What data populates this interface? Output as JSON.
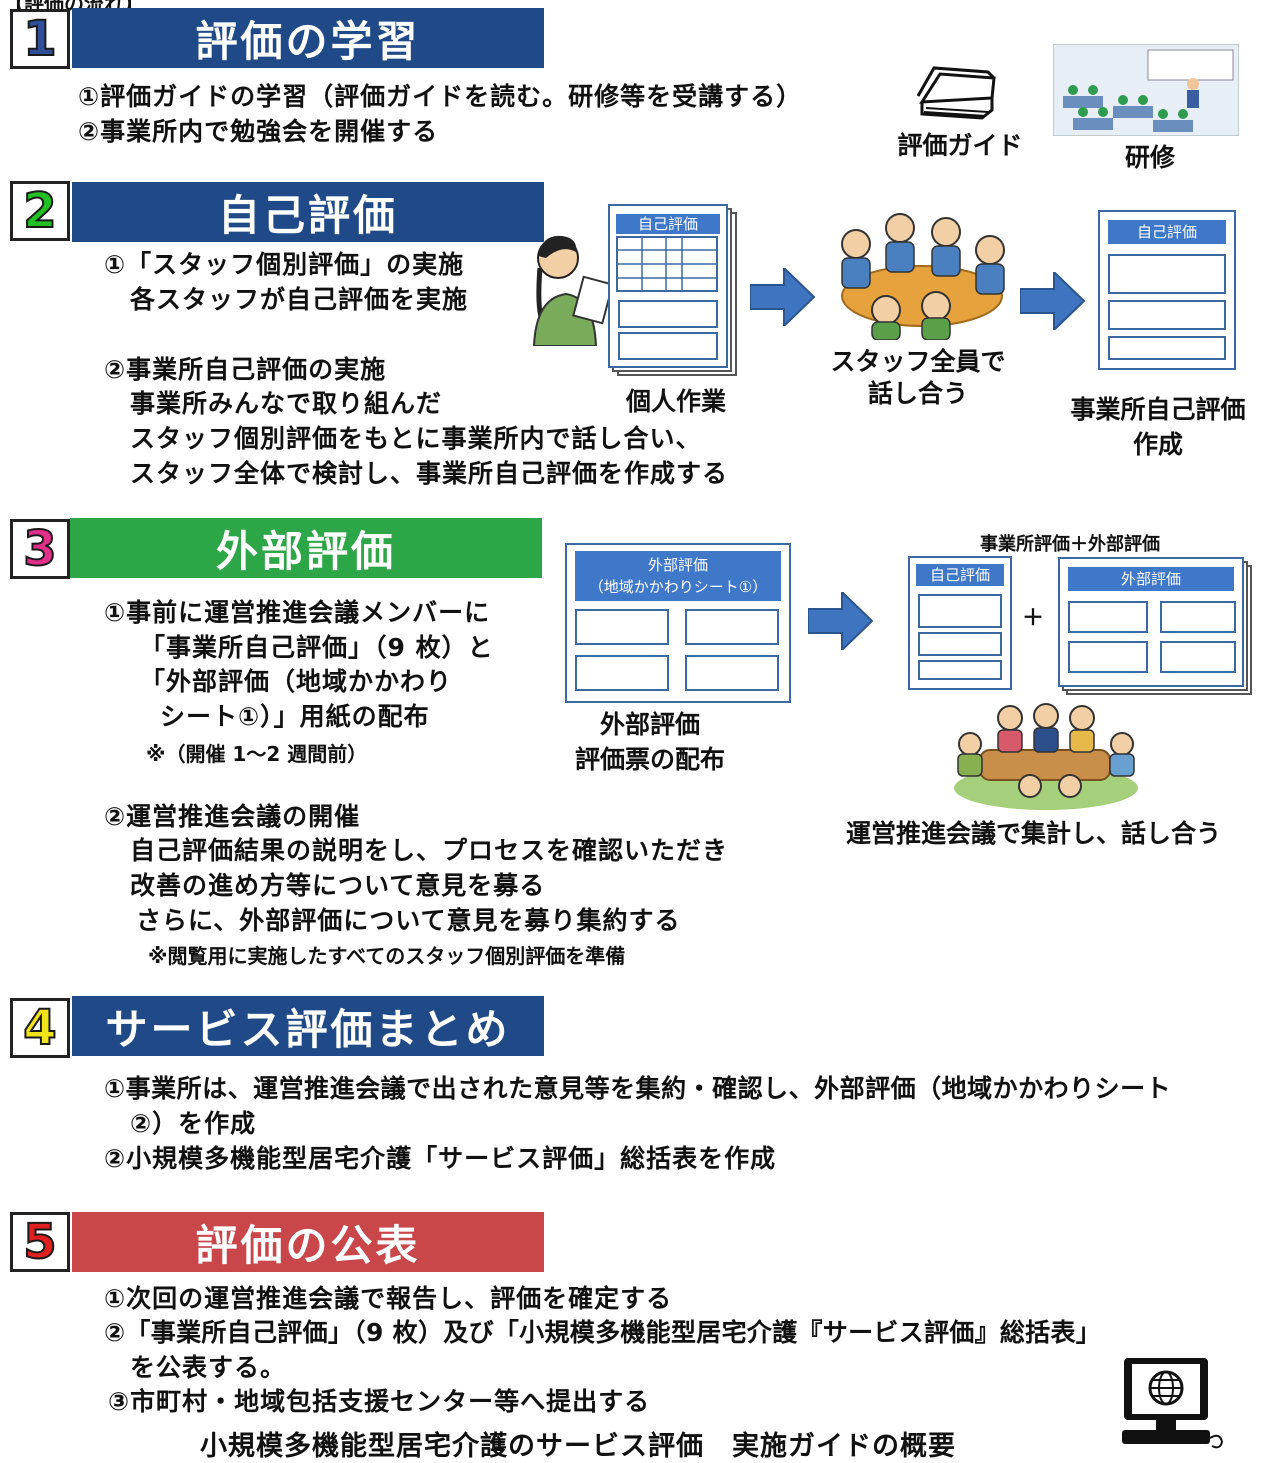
{
  "header_fragment": "【評価の流れ】",
  "steps": [
    {
      "num": "1",
      "num_color": "#2f4f9b",
      "title": "評価の学習",
      "banner_color": "#204a87",
      "lines": [
        "①評価ガイドの学習（評価ガイドを読む。研修等を受講する）",
        "②事業所内で勉強会を開催する"
      ],
      "captions": [
        "評価ガイド",
        "研修"
      ]
    },
    {
      "num": "2",
      "num_color": "#22c022",
      "title": "自己評価",
      "banner_color": "#204a87",
      "lines": [
        "①「スタッフ個別評価」の実施",
        "各スタッフが自己評価を実施",
        "②事業所自己評価の実施",
        "事業所みんなで取り組んだ",
        "スタッフ個別評価をもとに事業所内で話し合い、",
        "スタッフ全体で検討し、事業所自己評価を作成する"
      ],
      "doc_label": "自己評価",
      "captions": [
        "個人作業",
        "スタッフ全員で",
        "話し合う",
        "事業所自己評価",
        "作成"
      ]
    },
    {
      "num": "3",
      "num_color": "#e0308a",
      "title": "外部評価",
      "banner_color": "#2ca646",
      "lines": [
        "①事前に運営推進会議メンバーに",
        "「事業所自己評価」（9 枚）と",
        "「外部評価（地域かかわり",
        "シート①）」用紙の配布",
        "※（開催 1～2 週間前）",
        "②運営推進会議の開催",
        "自己評価結果の説明をし、プロセスを確認いただき",
        "改善の進め方等について意見を募る",
        "さらに、外部評価について意見を募り集約する",
        "※閲覧用に実施したすべてのスタッフ個別評価を準備"
      ],
      "doc_label_1": "外部評価",
      "doc_label_2": "（地域かかわりシート①）",
      "combo_title": "事業所評価＋外部評価",
      "combo_left": "自己評価",
      "combo_plus": "＋",
      "combo_right": "外部評価",
      "captions": [
        "外部評価",
        "評価票の配布",
        "運営推進会議で集計し、話し合う"
      ]
    },
    {
      "num": "4",
      "num_color": "#f2e21a",
      "title": "サービス評価まとめ",
      "banner_color": "#204a87",
      "lines": [
        "①事業所は、運営推進会議で出された意見等を集約・確認し、外部評価（地域かかわりシート",
        "②）を作成",
        "②小規模多機能型居宅介護「サービス評価」総括表を作成"
      ]
    },
    {
      "num": "5",
      "num_color": "#e02020",
      "title": "評価の公表",
      "banner_color": "#c9464a",
      "lines": [
        "①次回の運営推進会議で報告し、評価を確定する",
        "②「事業所自己評価」（9 枚）及び「小規模多機能型居宅介護『サービス評価』総括表」",
        "を公表する。",
        "③市町村・地域包括支援センター等へ提出する"
      ]
    }
  ],
  "footer": "小規模多機能型居宅介護のサービス評価　実施ガイドの概要"
}
